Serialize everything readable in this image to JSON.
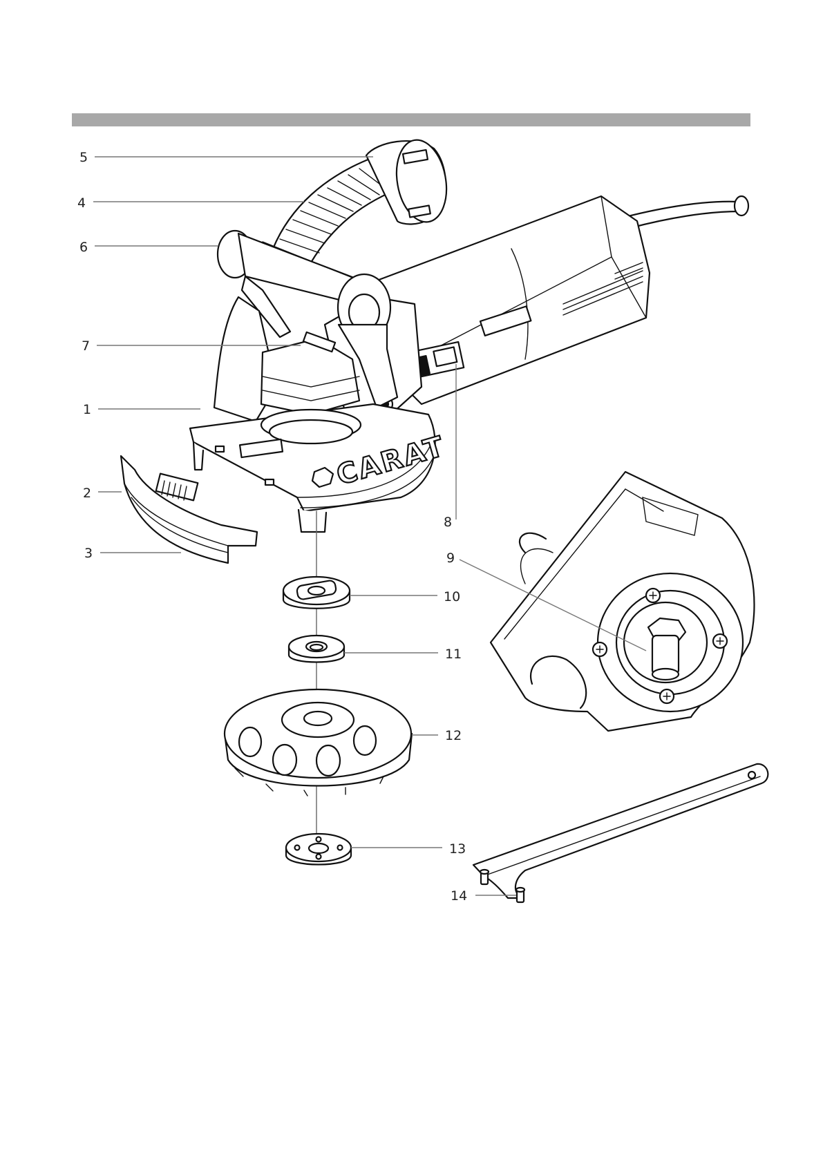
{
  "brand": "CARAT",
  "colors": {
    "header_bar": "#a8a8a8",
    "line": "#111111",
    "leader": "#777777"
  },
  "callouts": [
    {
      "id": "1",
      "label": "1"
    },
    {
      "id": "2",
      "label": "2"
    },
    {
      "id": "3",
      "label": "3"
    },
    {
      "id": "4",
      "label": "4"
    },
    {
      "id": "5",
      "label": "5"
    },
    {
      "id": "6",
      "label": "6"
    },
    {
      "id": "7",
      "label": "7"
    },
    {
      "id": "8",
      "label": "8"
    },
    {
      "id": "9",
      "label": "9"
    },
    {
      "id": "10",
      "label": "10"
    },
    {
      "id": "11",
      "label": "11"
    },
    {
      "id": "12",
      "label": "12"
    },
    {
      "id": "13",
      "label": "13"
    },
    {
      "id": "14",
      "label": "14"
    }
  ]
}
